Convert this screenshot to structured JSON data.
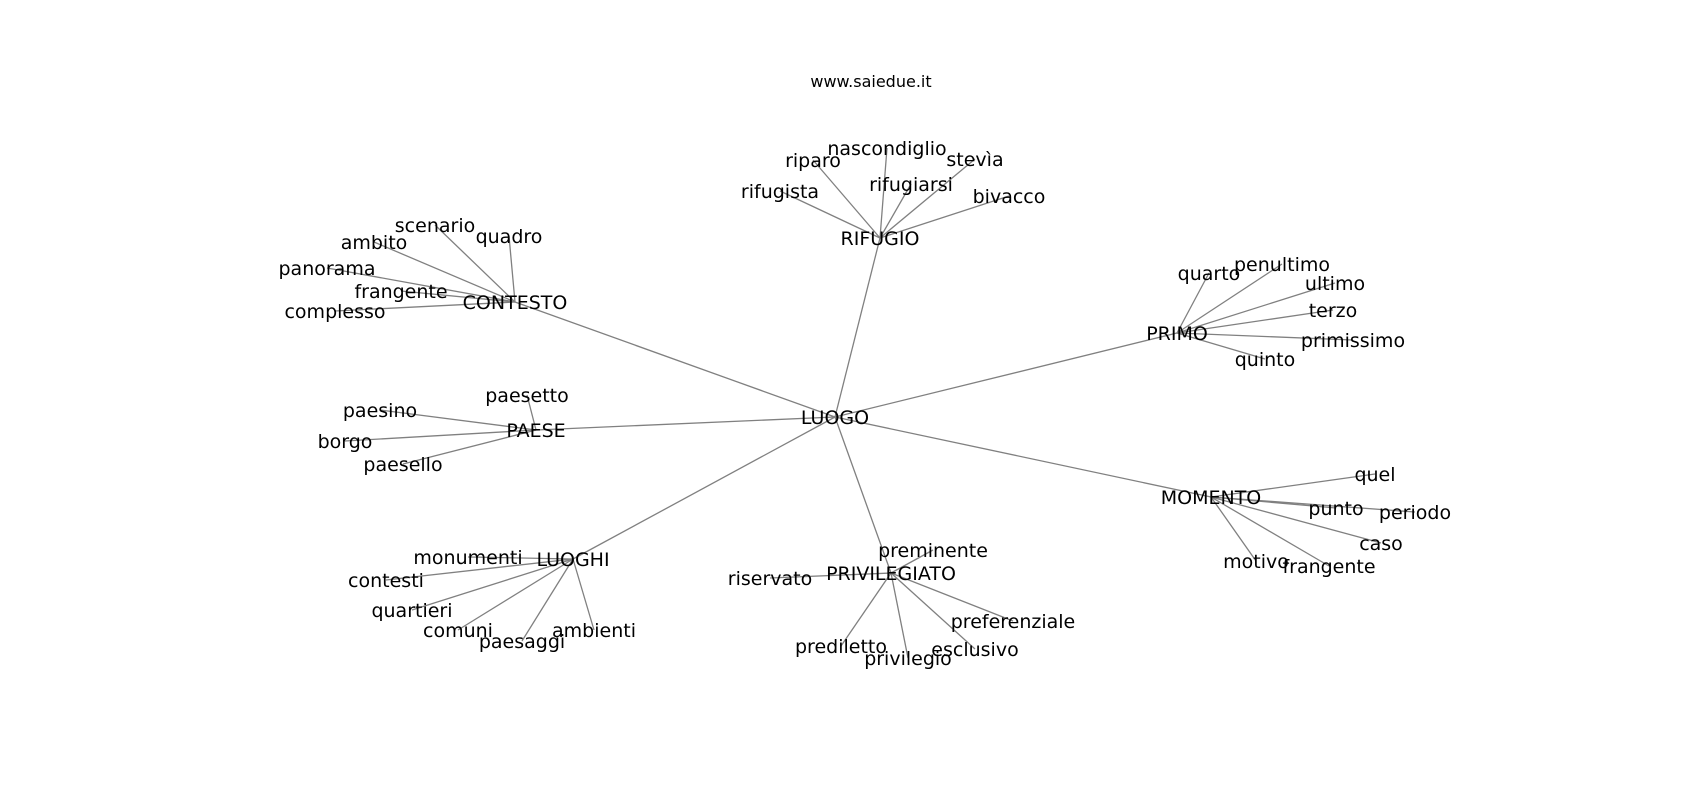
{
  "header": {
    "site": "www.saiedue.it"
  },
  "graph": {
    "center": "LUOGO",
    "hubs": [
      {
        "label": "RIFUGIO",
        "leaves": [
          "riparo",
          "nascondiglio",
          "stevìa",
          "rifugista",
          "rifugiarsi",
          "bivacco"
        ]
      },
      {
        "label": "CONTESTO",
        "leaves": [
          "scenario",
          "quadro",
          "ambito",
          "panorama",
          "frangente",
          "complesso"
        ]
      },
      {
        "label": "PRIMO",
        "leaves": [
          "quarto",
          "penultimo",
          "ultimo",
          "terzo",
          "primissimo",
          "quinto"
        ]
      },
      {
        "label": "PAESE",
        "leaves": [
          "paesetto",
          "paesino",
          "borgo",
          "paesello"
        ]
      },
      {
        "label": "LUOGHI",
        "leaves": [
          "monumenti",
          "contesti",
          "quartieri",
          "comuni",
          "paesaggi",
          "ambienti"
        ]
      },
      {
        "label": "PRIVILEGIATO",
        "leaves": [
          "preminente",
          "riservato",
          "preferenziale",
          "prediletto",
          "esclusivo",
          "privilegio"
        ]
      },
      {
        "label": "MOMENTO",
        "leaves": [
          "quel",
          "punto",
          "periodo",
          "caso",
          "motivo",
          "frangente"
        ]
      }
    ]
  }
}
